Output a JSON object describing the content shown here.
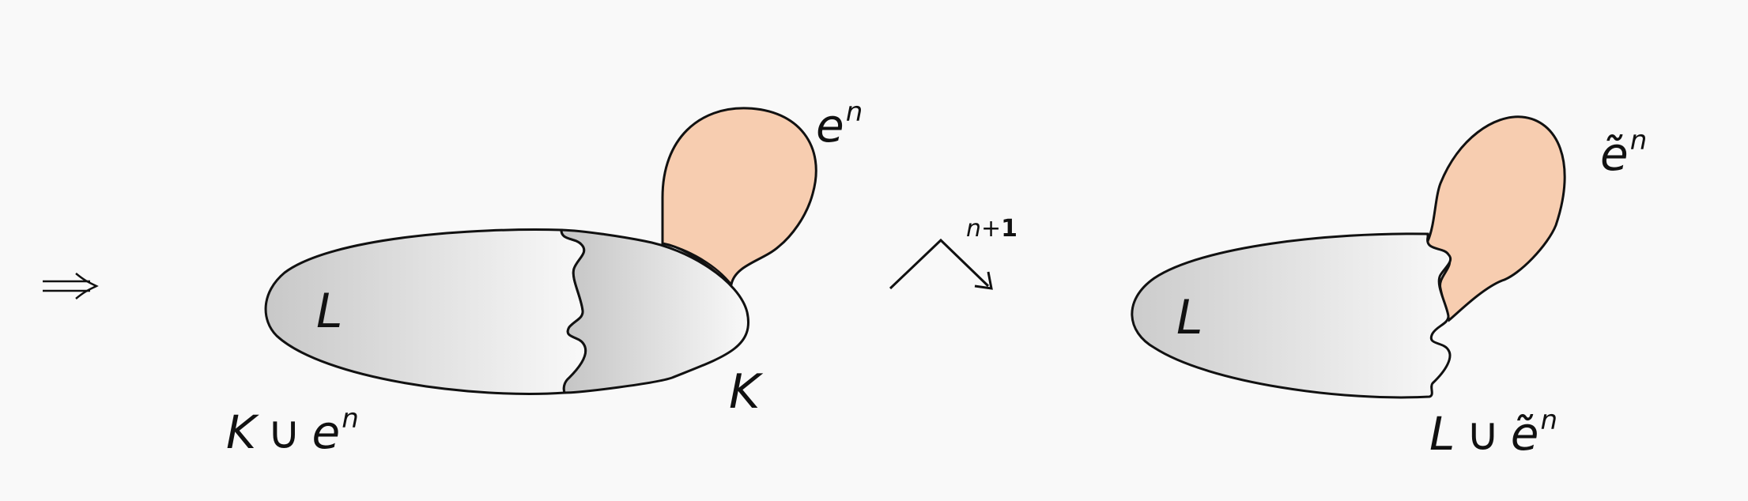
{
  "implies_symbol": "⇒",
  "left_figure": {
    "region_L": "L",
    "region_K": "K",
    "cell": "e",
    "cell_exp": "n",
    "caption_prefix": "K",
    "caption_cup": "∪",
    "caption_cell": "e",
    "caption_exp": "n"
  },
  "move": {
    "n": "n",
    "plus": "+",
    "one": "1"
  },
  "right_figure": {
    "region_L": "L",
    "cell": "ẽ",
    "cell_exp": "n",
    "caption_prefix": "L",
    "caption_cup": "∪",
    "caption_cell": "ẽ",
    "caption_exp": "n"
  },
  "colors": {
    "cell_fill": "#f7cdb0",
    "gray_dark": "#c8c8c8",
    "gray_light": "#f8f8f8",
    "stroke": "#111111"
  }
}
